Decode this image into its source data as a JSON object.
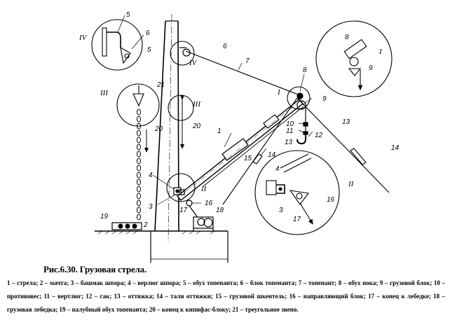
{
  "callouts": {
    "n1": "1",
    "n2": "2",
    "n3": "3",
    "n4": "4",
    "n5": "5",
    "n6": "6",
    "n7": "7",
    "n8": "8",
    "n9": "9",
    "n10": "10",
    "n11": "11",
    "n12": "12",
    "n13": "13",
    "n14": "14",
    "n15": "15",
    "n16": "16",
    "n17": "17",
    "n18": "18",
    "n19": "19",
    "n20": "20",
    "n21": "21"
  },
  "views": {
    "I": "I",
    "II": "II",
    "III": "III",
    "IV": "IV"
  },
  "figure": {
    "title": "Рис.6.30. Грузовая стрела.",
    "legend": "1 – стрела; 2 – мачта; 3 – башмак шпора; 4 – верлюг шпора; 5 – обух топенанта; 6 – блок топенанта; 7 – топенант; 8 – обух нока; 9 – грузовой блок; 10 – противовес; 11 – вертлюг; 12 – гак; 13 – оттяжка; 14 – тали оттяжки; 15 – грузовой шкентель; 16 – направляющий блок; 17 – конец к лебедке; 18 – грузовая лебедка; 19 – палубный обух топенанта; 20 – конец к кнпифас-блоку; 21 – треугольное звено."
  }
}
